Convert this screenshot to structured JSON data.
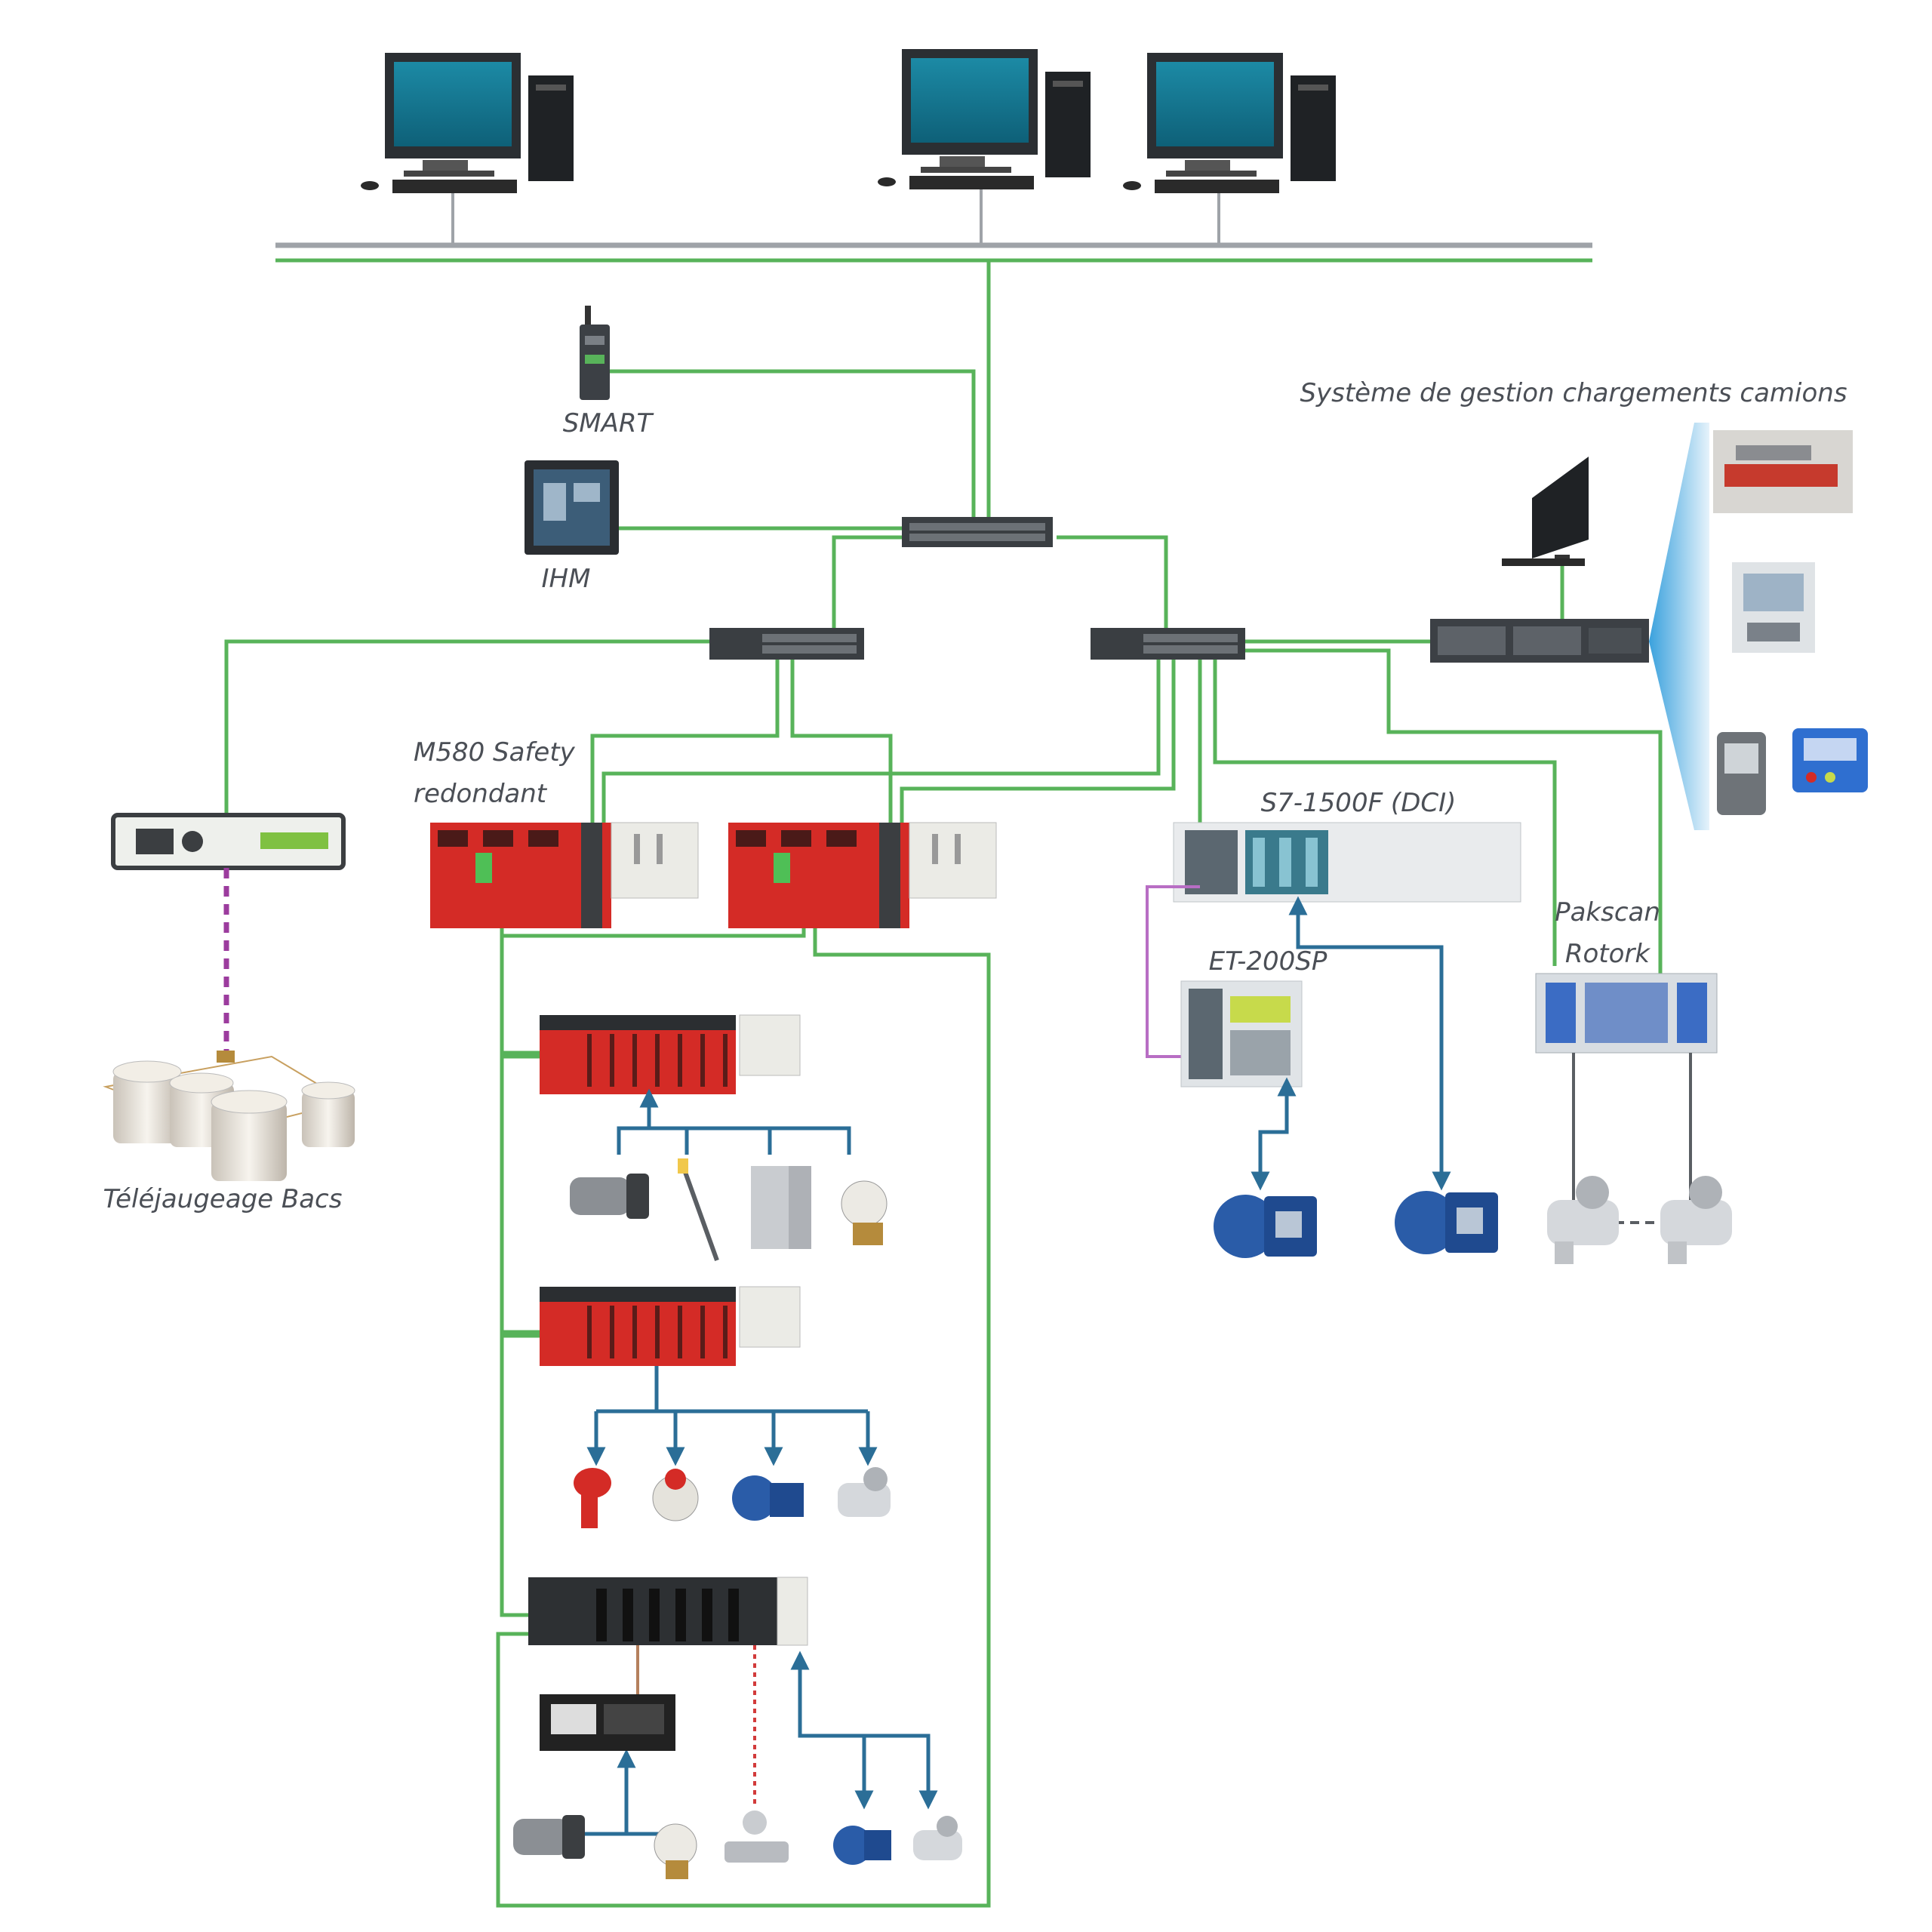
{
  "labels": {
    "smart": "SMART",
    "ihm": "IHM",
    "m580_line1": "M580 Safety",
    "m580_line2": "redondant",
    "s7": "S7-1500F (DCI)",
    "et200": "ET-200SP",
    "pakscan_line1": "Pakscan",
    "pakscan_line2": "Rotork",
    "truck_system": "Système de gestion chargements camions",
    "tank_gauging": "Téléjaugeage Bacs"
  },
  "colors": {
    "ethernet": "#58b35a",
    "fieldbus": "#2b6e97",
    "profibus": "#b86ec4",
    "hart": "#d23b3b",
    "wireless": "#9c3c9e",
    "safety_red": "#d42b26",
    "backbone": "#9fa3a8"
  },
  "icons": [
    "workstation-icon",
    "network-switch-icon",
    "wireless-gateway-icon",
    "hmi-panel-icon",
    "server-icon",
    "monitor-icon",
    "plc-rack-icon",
    "io-module-icon",
    "pump-icon",
    "valve-actuator-icon",
    "flowmeter-icon",
    "level-sensor-icon",
    "tank-icon"
  ]
}
